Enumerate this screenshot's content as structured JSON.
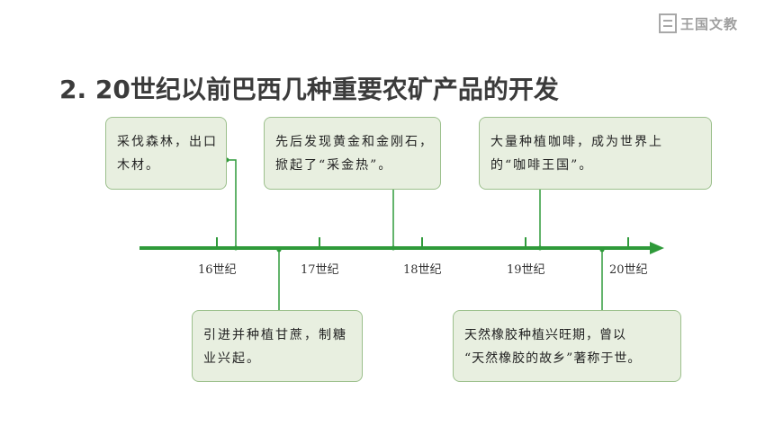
{
  "logo": {
    "icon": "book-stack-icon",
    "text": "王国文教"
  },
  "title": "2. 20世纪以前巴西几种重要农矿产品的开发",
  "timeline": {
    "line_color": "#2f9a3a",
    "ticks": [
      "16世纪",
      "17世纪",
      "18世纪",
      "19世纪",
      "20世纪"
    ],
    "events": [
      {
        "lines": [
          "采伐森林，出口",
          "木材。"
        ]
      },
      {
        "lines": [
          "先后发现黄金和金刚石，",
          "掀起了“采金热”。"
        ]
      },
      {
        "lines": [
          "大量种植咖啡，成为世界上",
          "的“咖啡王国”。"
        ]
      },
      {
        "lines": [
          "引进并种植甘蔗，制糖",
          "业兴起。"
        ]
      },
      {
        "lines": [
          "天然橡胶种植兴旺期，曾以",
          "“天然橡胶的故乡”著称于世。"
        ]
      }
    ]
  }
}
